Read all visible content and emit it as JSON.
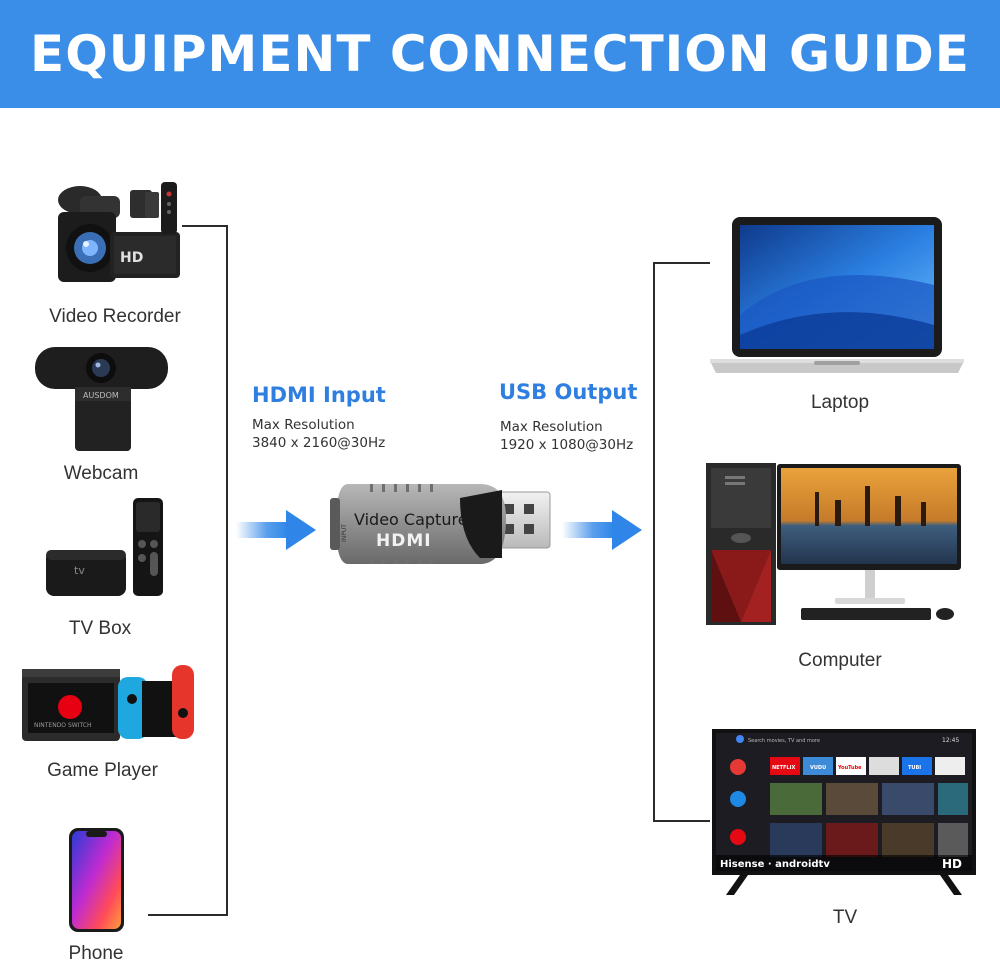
{
  "header": {
    "title": "EQUIPMENT CONNECTION GUIDE"
  },
  "colors": {
    "banner": "#3b8ee8",
    "accent": "#2f7fe0",
    "line": "#2b2b2b"
  },
  "inputs": [
    {
      "label": "Video Recorder",
      "icon": "video-recorder-icon"
    },
    {
      "label": "Webcam",
      "icon": "webcam-icon"
    },
    {
      "label": "TV Box",
      "icon": "tv-box-icon"
    },
    {
      "label": "Game Player",
      "icon": "game-console-icon"
    },
    {
      "label": "Phone",
      "icon": "phone-icon"
    }
  ],
  "outputs": [
    {
      "label": "Laptop",
      "icon": "laptop-icon"
    },
    {
      "label": "Computer",
      "icon": "desktop-computer-icon"
    },
    {
      "label": "TV",
      "icon": "tv-icon"
    }
  ],
  "hdmi_input": {
    "title": "HDMI Input",
    "line1": "Max Resolution",
    "line2": "3840 x 2160@30Hz"
  },
  "usb_output": {
    "title": "USB Output",
    "line1": "Max Resolution",
    "line2": "1920 x 1080@30Hz"
  },
  "device": {
    "name": "Video Capture",
    "brand": "HDMI",
    "port_label": "INPUT"
  },
  "tv_screen": {
    "search": "Search movies, TV and more",
    "time": "12:45",
    "brand": "Hisense · androidtv",
    "badge": "HD",
    "apps": [
      "NETFLIX",
      "VUDU",
      "YouTube",
      "",
      "TUBI",
      "",
      ""
    ]
  },
  "recorder_badge": "HD",
  "webcam_brand": "AUSDOM",
  "console_brand": "NINTENDO SWITCH",
  "tvbox_brand": "tv"
}
